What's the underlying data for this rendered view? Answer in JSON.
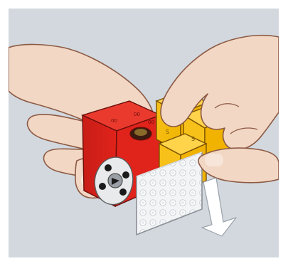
{
  "illustration": {
    "background_color": "#d2d8de",
    "skin_color": "#f2d7c4",
    "skin_outline": "#8c5a44",
    "red_cube_color": "#e0231b",
    "yellow_cube_color": "#f7c11a",
    "white_plate_color": "#f3f4f6",
    "arrow_color": "#ffffff",
    "icons": [
      "left-hand",
      "right-hand",
      "red-cube",
      "yellow-cube-cluster",
      "white-lego-plate",
      "control-panel",
      "arrow-down-icon"
    ]
  }
}
